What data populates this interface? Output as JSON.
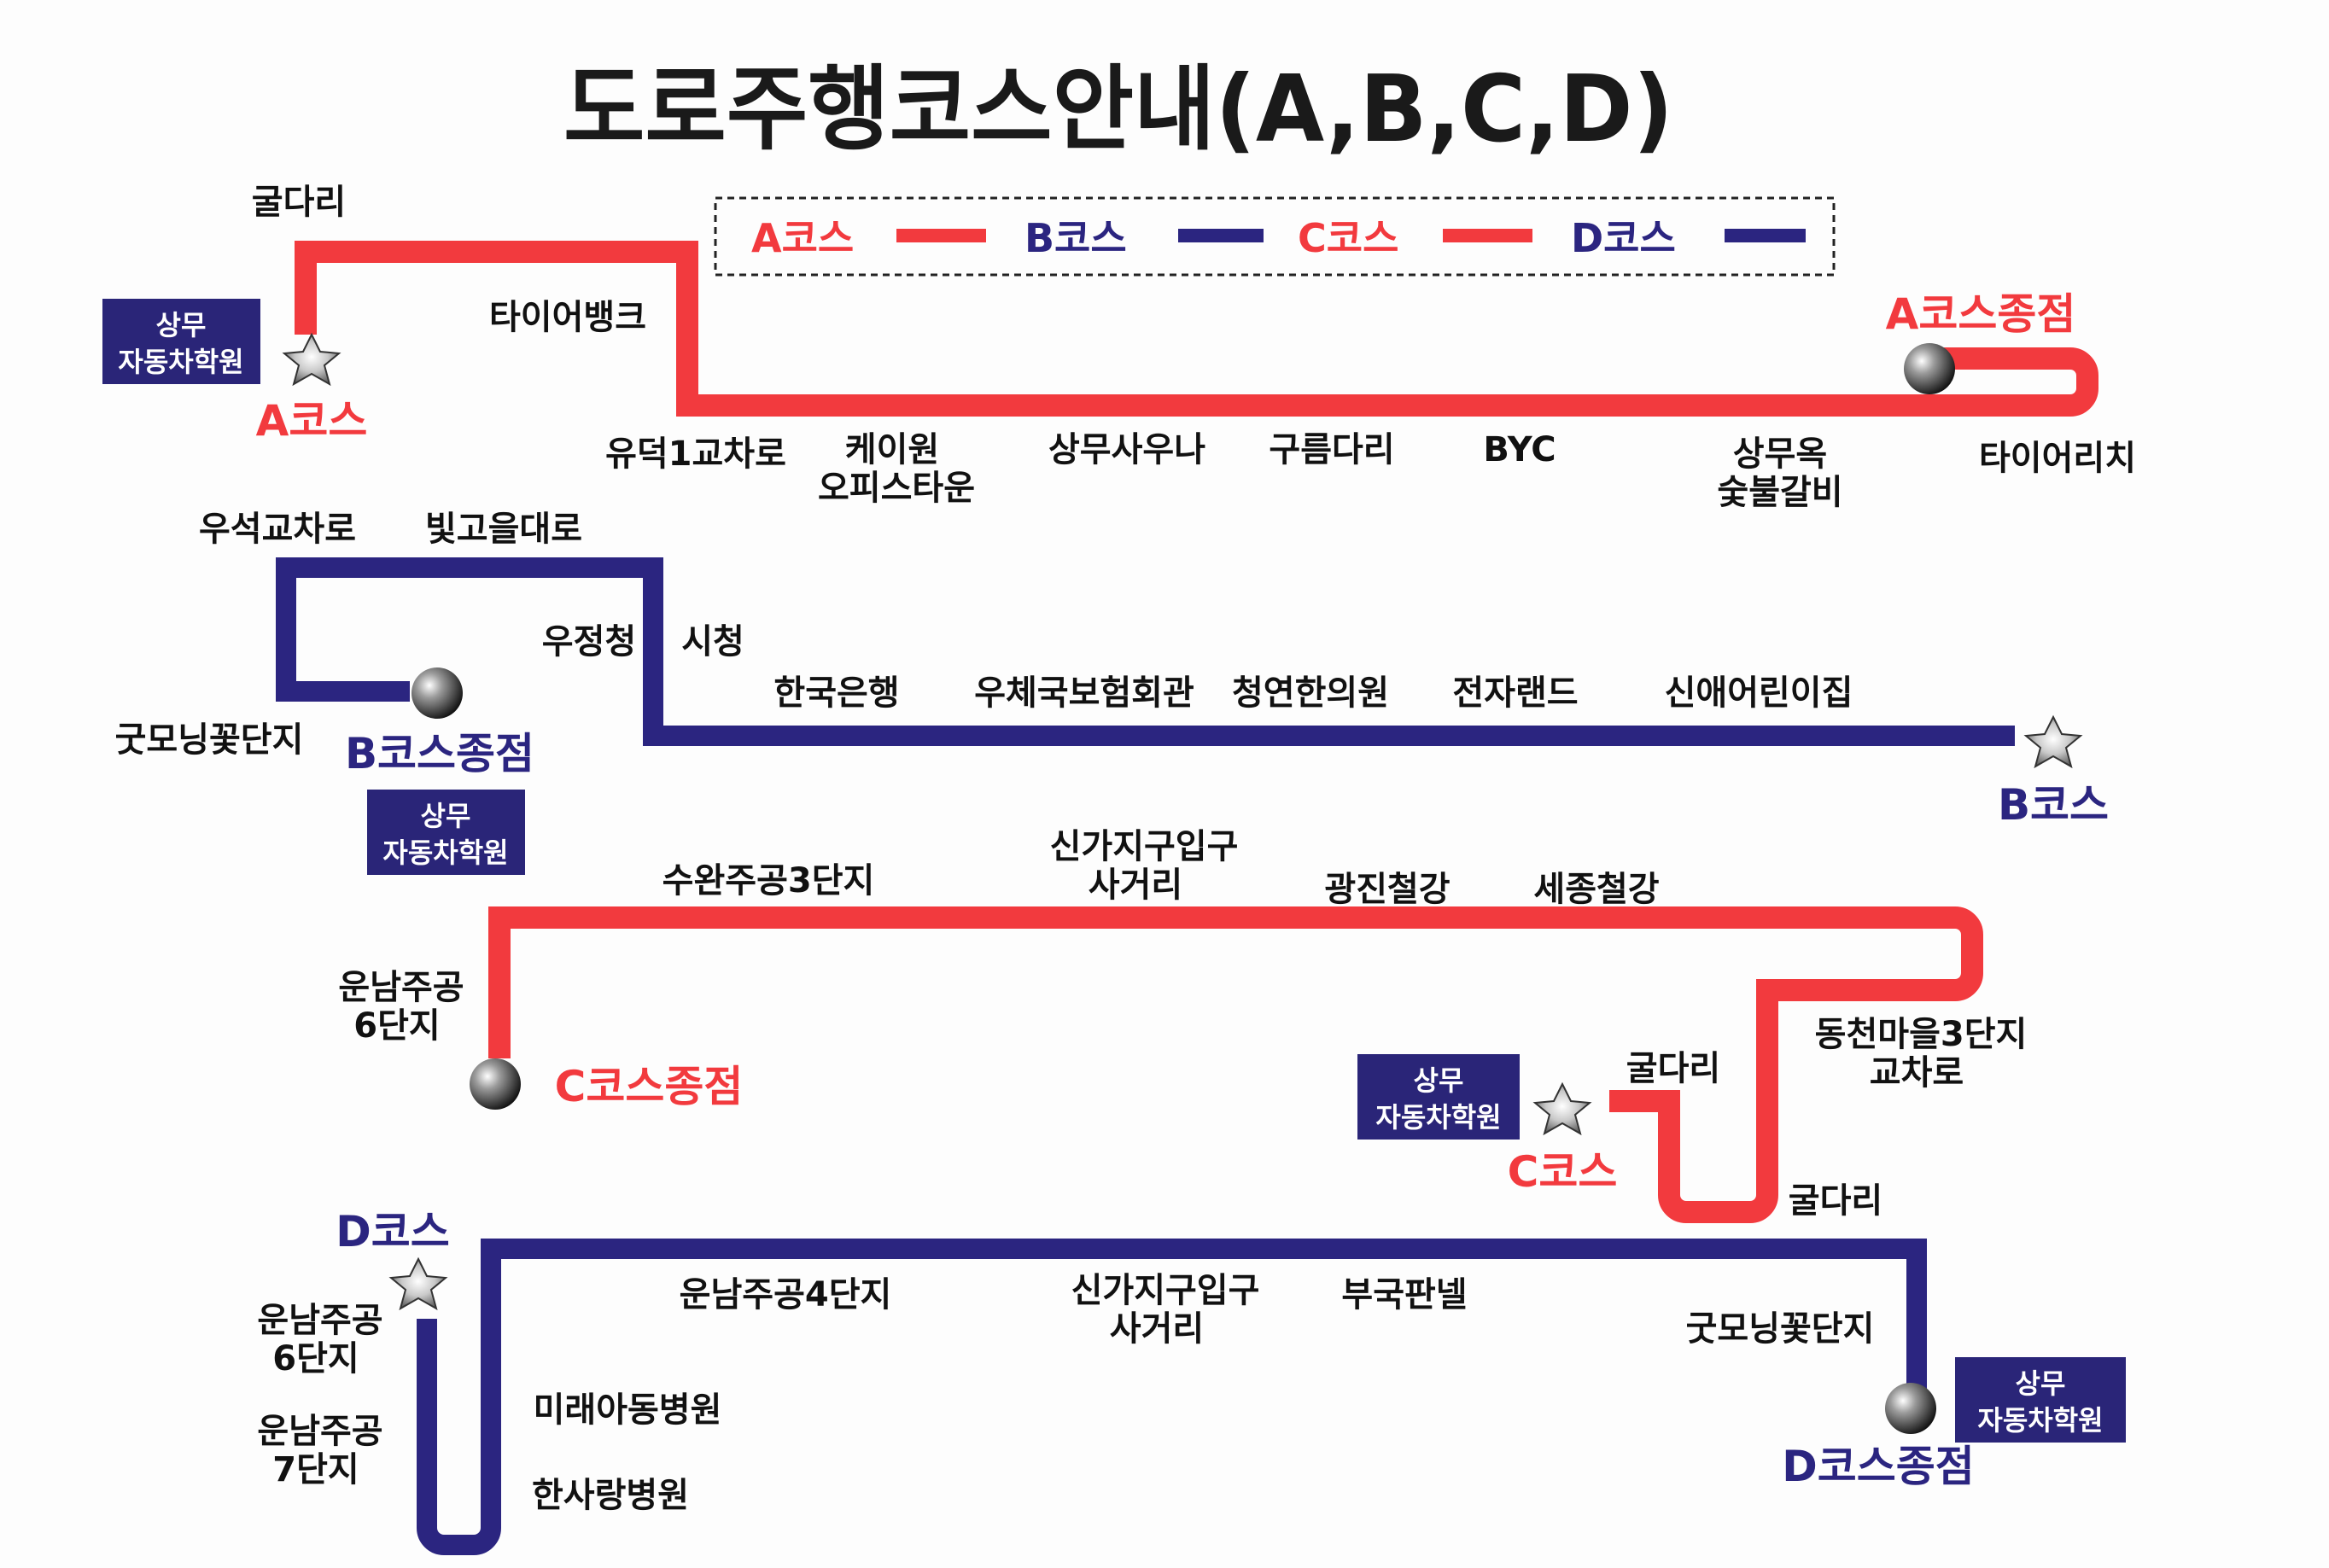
{
  "title": "도로주행코스안내(A,B,C,D)",
  "colors": {
    "red": "#f23a3e",
    "blue": "#2b2580",
    "text": "#111111",
    "box": "#2a2578"
  },
  "legend": {
    "a": "A코스",
    "b": "B코스",
    "c": "C코스",
    "d": "D코스"
  },
  "school": {
    "line1": "상무",
    "line2": "자동차학원"
  },
  "course_a": {
    "start": "A코스",
    "end": "A코스종점",
    "stops": {
      "guldari": "굴다리",
      "tirebank": "타이어뱅크",
      "yudeok": "유덕1교차로",
      "kwon_1": "케이원",
      "kwon_2": "오피스타운",
      "sauna": "상무사우나",
      "gureum": "구름다리",
      "byc": "BYC",
      "sangmuok_1": "상무옥",
      "sangmuok_2": "숯불갈비",
      "tirerich": "타이어리치"
    }
  },
  "course_b": {
    "start": "B코스",
    "end": "B코스종점",
    "stops": {
      "useok": "우석교차로",
      "bitgoeul": "빛고을대로",
      "ujeong": "우정청",
      "sicheong": "시청",
      "goodmorning": "굿모닝꽃단지",
      "bok": "한국은행",
      "insurance": "우체국보험회관",
      "cheongyeon": "청연한의원",
      "jeonja": "전자랜드",
      "sinae": "신애어린이집"
    }
  },
  "course_c": {
    "start": "C코스",
    "end": "C코스종점",
    "stops": {
      "suwan": "수완주공3단지",
      "singaji_1": "신가지구입구",
      "singaji_2": "사거리",
      "gwangjin": "광진철강",
      "sejong": "세종철강",
      "unnam6_1": "운남주공",
      "unnam6_2": "6단지",
      "dongcheon_1": "동천마을3단지",
      "dongcheon_2": "교차로",
      "guldari_top": "굴다리",
      "guldari_bottom": "굴다리"
    }
  },
  "course_d": {
    "start": "D코스",
    "end": "D코스종점",
    "stops": {
      "unnam4": "운남주공4단지",
      "singaji_1": "신가지구입구",
      "singaji_2": "사거리",
      "bukuk": "부국판넬",
      "goodmorning": "굿모닝꽃단지",
      "unnam6_1": "운남주공",
      "unnam6_2": "6단지",
      "unnam7_1": "운남주공",
      "unnam7_2": "7단지",
      "mirae": "미래아동병원",
      "hansarang": "한사랑병원"
    }
  }
}
